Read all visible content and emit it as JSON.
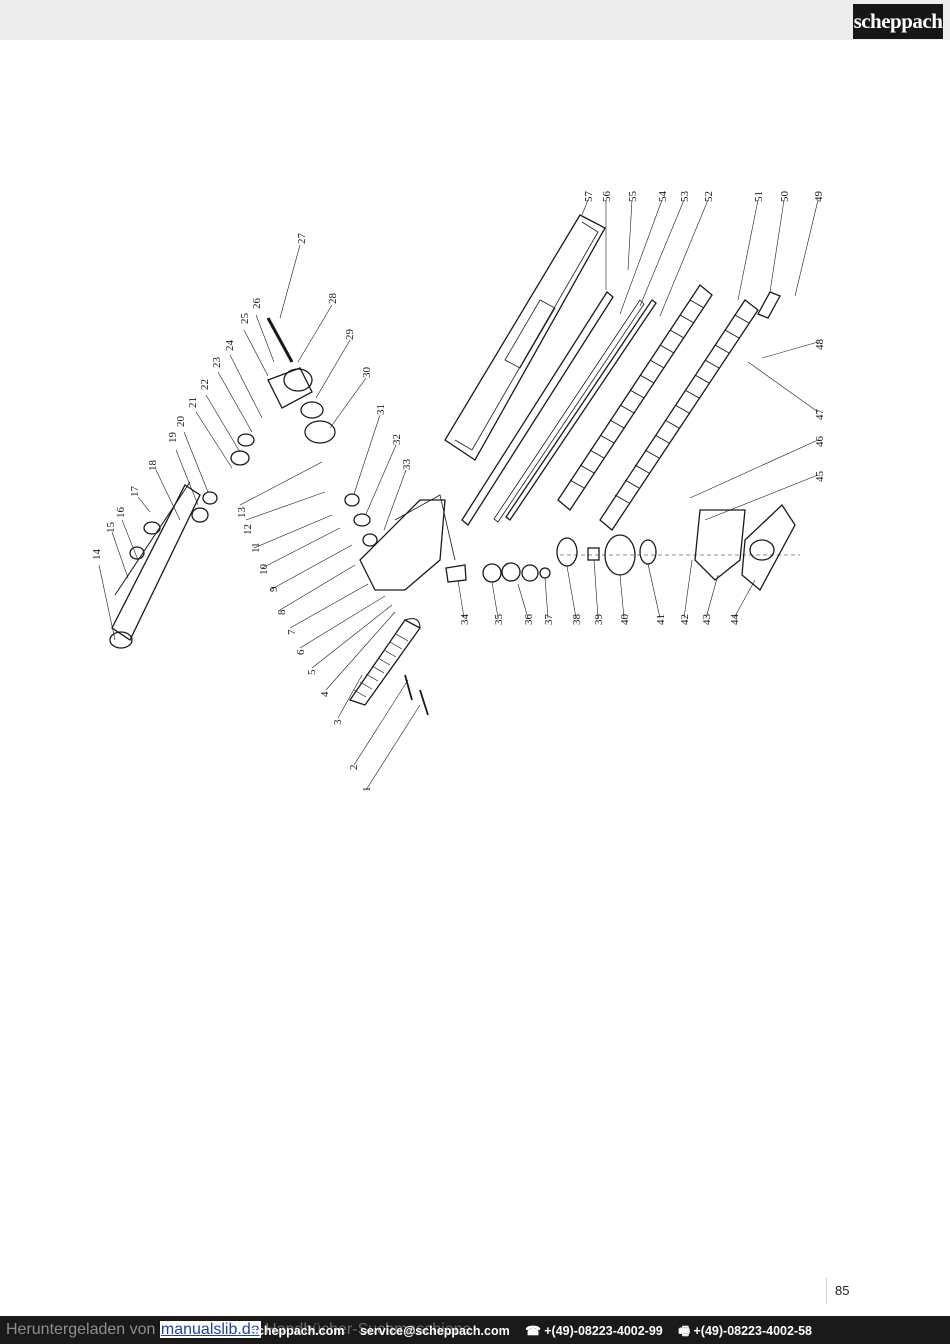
{
  "header": {
    "brand": "scheppach"
  },
  "diagram": {
    "part_labels": [
      "1",
      "2",
      "3",
      "4",
      "5",
      "6",
      "7",
      "8",
      "9",
      "10",
      "11",
      "12",
      "13",
      "14",
      "15",
      "16",
      "17",
      "18",
      "19",
      "20",
      "21",
      "22",
      "23",
      "24",
      "25",
      "26",
      "27",
      "28",
      "29",
      "30",
      "31",
      "32",
      "33",
      "34",
      "35",
      "36",
      "37",
      "38",
      "39",
      "40",
      "41",
      "42",
      "43",
      "44",
      "45",
      "46",
      "47",
      "48",
      "49",
      "50",
      "51",
      "52",
      "53",
      "54",
      "55",
      "56",
      "57"
    ]
  },
  "page": {
    "number": "85"
  },
  "footer": {
    "download_prefix": "Heruntergeladen von",
    "download_link": "manualslib.de",
    "download_suffix": "Handbücher-Suchmaschiene",
    "website": "scheppach.com",
    "email": "service@scheppach.com",
    "phone": "☎ +(49)-08223-4002-99",
    "fax": "🖷 +(49)-08223-4002-58"
  }
}
